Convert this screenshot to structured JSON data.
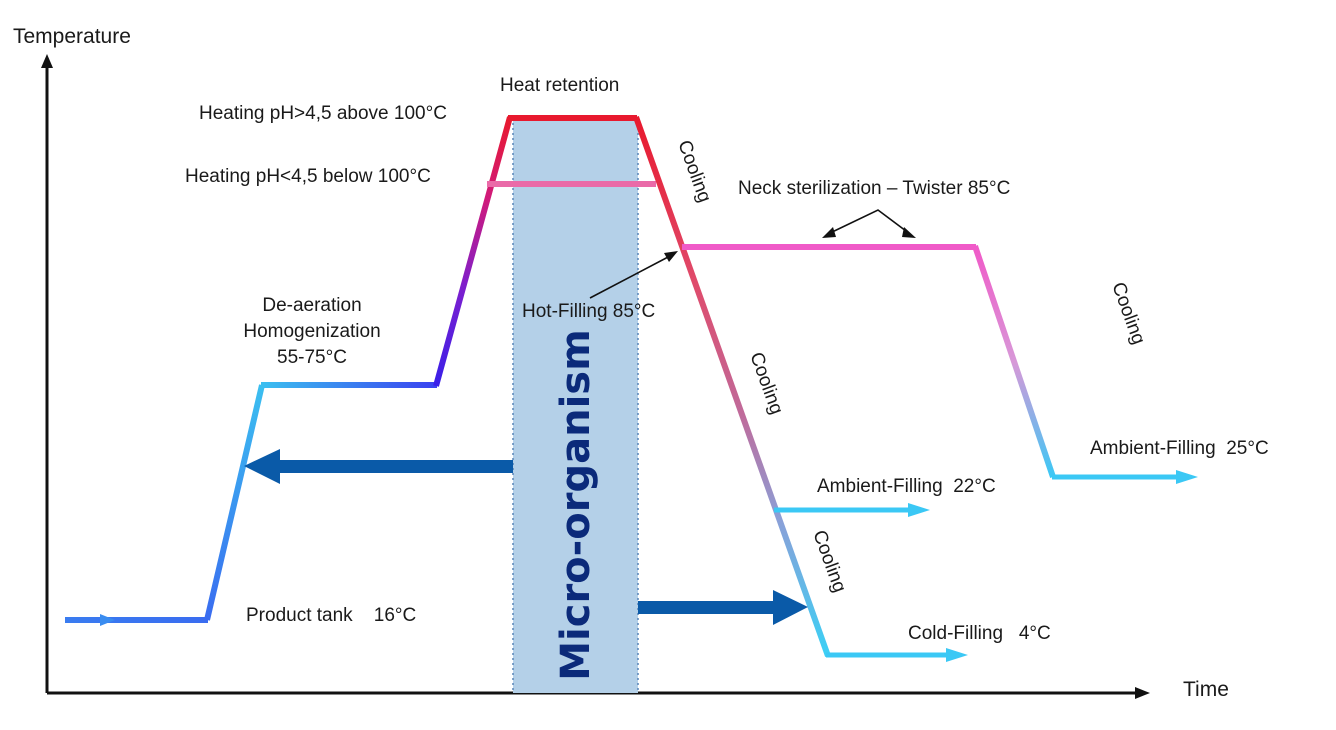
{
  "axes": {
    "y_label": "Temperature",
    "x_label": "Time"
  },
  "zone": {
    "label": "Micro-organism",
    "fill": "#b4d0e8"
  },
  "labels": {
    "heat_retention": "Heat retention",
    "heating_high": "Heating pH>4,5 above 100°C",
    "heating_low": "Heating pH<4,5 below 100°C",
    "deaeration": [
      "De-aeration",
      "Homogenization",
      "55-75°C"
    ],
    "product_tank": "Product tank    16°C",
    "hot_filling": "Hot-Filling 85°C",
    "neck_sterilization": "Neck sterilization – Twister 85°C",
    "ambient_22": "Ambient-Filling  22°C",
    "ambient_25": "Ambient-Filling  25°C",
    "cold_filling": "Cold-Filling   4°C",
    "cooling": "Cooling"
  },
  "colors": {
    "cold": "#3a6cf0",
    "cyan": "#3bbff0",
    "violet": "#5a1fe0",
    "red": "#e8192e",
    "pink": "#e85ab0",
    "magenta": "#f05ac8",
    "arrow_blue": "#0a5aa8"
  }
}
